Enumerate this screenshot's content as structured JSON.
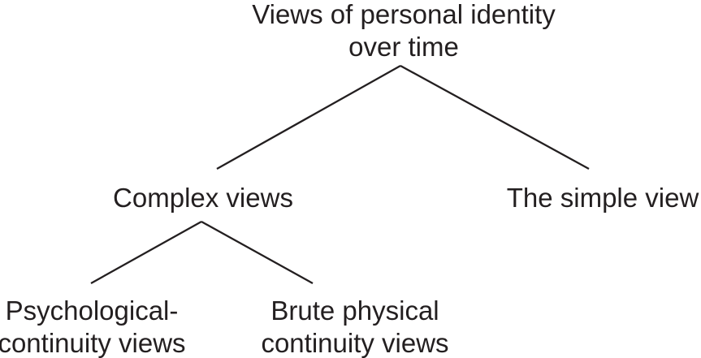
{
  "diagram_title": "Views of personal identity over time",
  "colors": {
    "background": "#ffffff",
    "text": "#231f20",
    "line": "#231f20"
  },
  "tree": {
    "root": {
      "line1": "Views of personal identity",
      "line2": "over time"
    },
    "children": [
      {
        "label": "Complex views",
        "children": [
          {
            "line1": "Psychological-",
            "line2": "continuity views"
          },
          {
            "line1": "Brute physical",
            "line2": "continuity views"
          }
        ]
      },
      {
        "label": "The simple view",
        "children": []
      }
    ]
  }
}
